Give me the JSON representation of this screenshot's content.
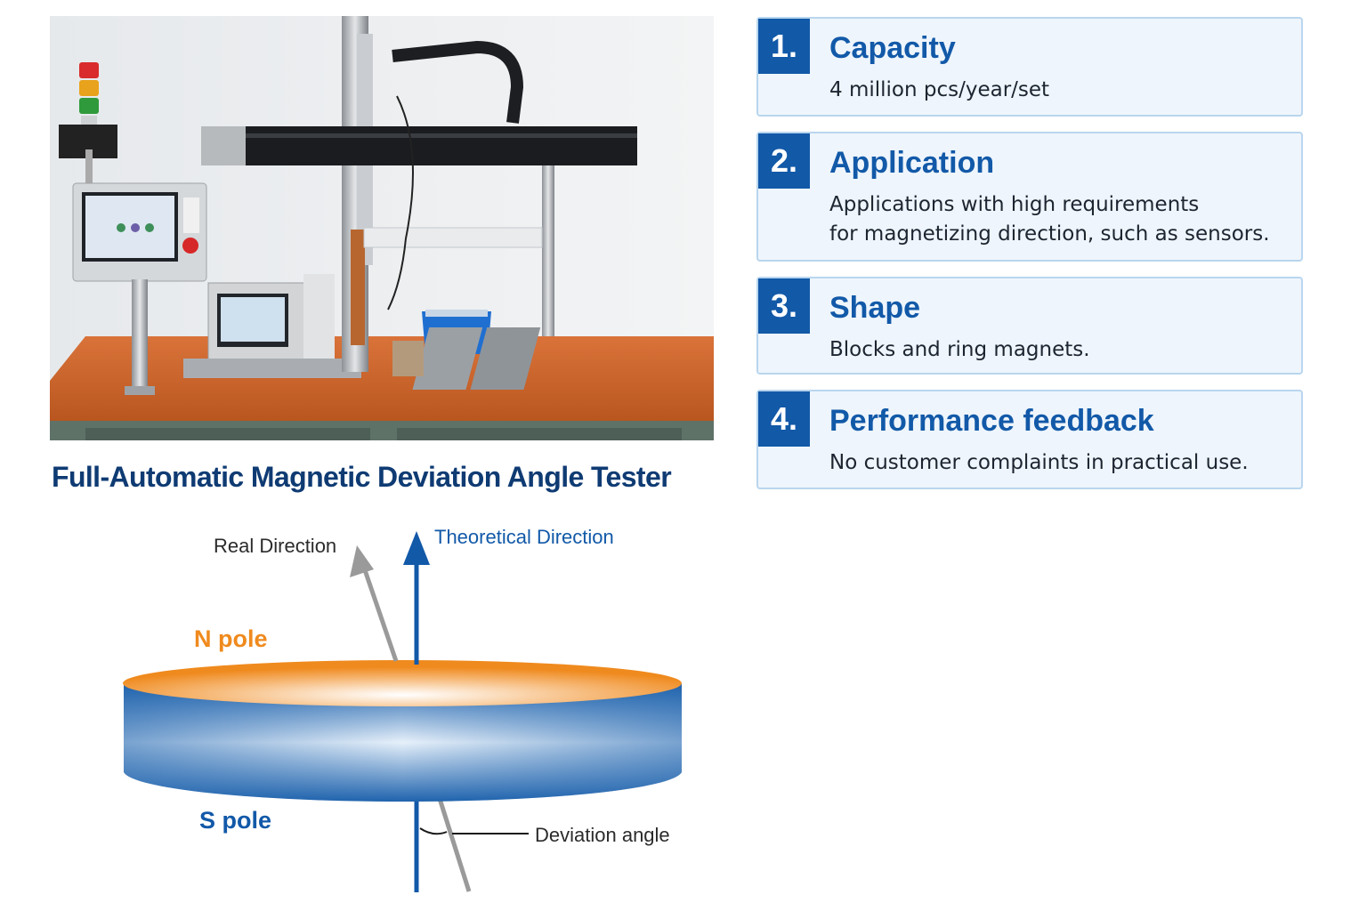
{
  "product": {
    "title": "Full-Automatic Magnetic Deviation Angle Tester"
  },
  "features": [
    {
      "number": "1.",
      "title": "Capacity",
      "lines": [
        "4 million pcs/year/set"
      ]
    },
    {
      "number": "2.",
      "title": "Application",
      "lines": [
        "Applications with high requirements",
        "for magnetizing direction, such as sensors."
      ]
    },
    {
      "number": "3.",
      "title": "Shape",
      "lines": [
        "Blocks and ring magnets."
      ]
    },
    {
      "number": "4.",
      "title": "Performance feedback",
      "lines": [
        "No customer complaints in practical use."
      ]
    }
  ],
  "diagram": {
    "real_direction": "Real Direction",
    "theoretical_direction": "Theoretical Direction",
    "n_pole": "N pole",
    "s_pole": "S pole",
    "deviation_angle": "Deviation angle"
  },
  "colors": {
    "brand_blue": "#1259a8",
    "title_navy": "#0f3b73",
    "n_pole_orange": "#ef8a1e",
    "real_arrow_gray": "#9a9a9a"
  }
}
